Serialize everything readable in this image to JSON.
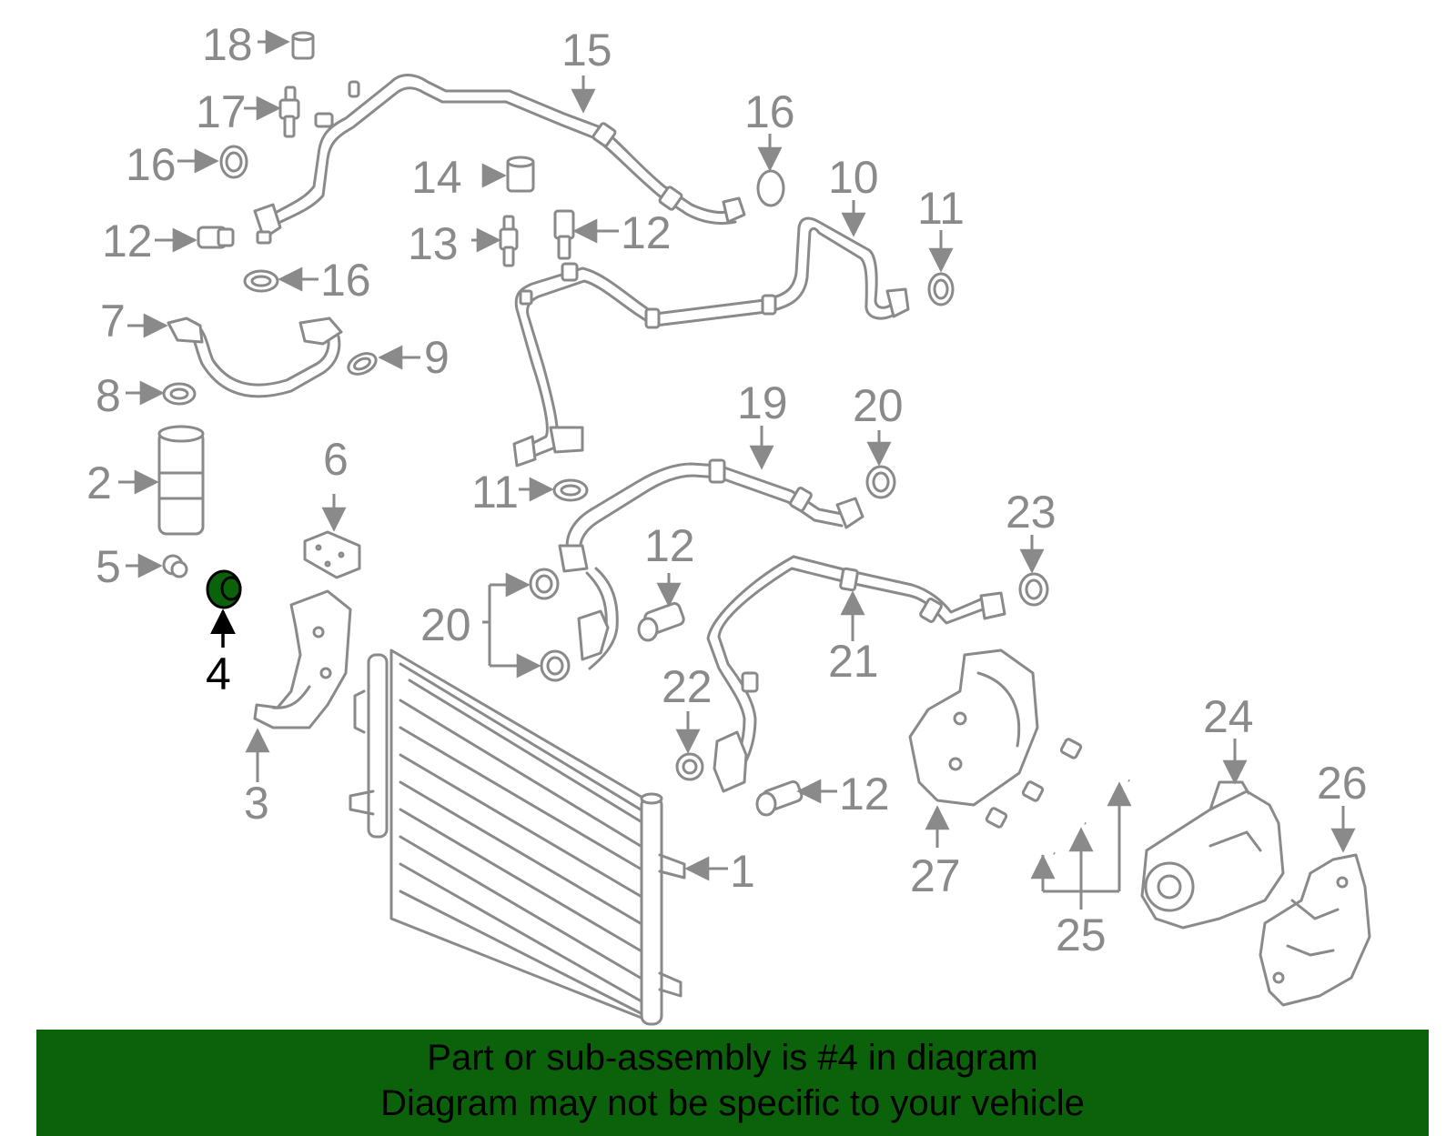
{
  "diagram": {
    "highlight_part": "4",
    "highlight_color": "#0b620b",
    "line_color": "#8a8a8a",
    "labels": {
      "p1": "1",
      "p2": "2",
      "p3": "3",
      "p4": "4",
      "p5": "5",
      "p6": "6",
      "p7": "7",
      "p8": "8",
      "p9": "9",
      "p10": "10",
      "p11a": "11",
      "p11b": "11",
      "p12a": "12",
      "p12b": "12",
      "p12c": "12",
      "p12d": "12",
      "p13": "13",
      "p14": "14",
      "p15": "15",
      "p16a": "16",
      "p16b": "16",
      "p16c": "16",
      "p17": "17",
      "p18": "18",
      "p19": "19",
      "p20a": "20",
      "p20b": "20",
      "p21": "21",
      "p22": "22",
      "p23": "23",
      "p24": "24",
      "p25": "25",
      "p26": "26",
      "p27": "27"
    }
  },
  "banner": {
    "background": "#0b620b",
    "line1": "Part or sub-assembly is #4 in diagram",
    "line2": "Diagram may not be specific to your vehicle"
  }
}
